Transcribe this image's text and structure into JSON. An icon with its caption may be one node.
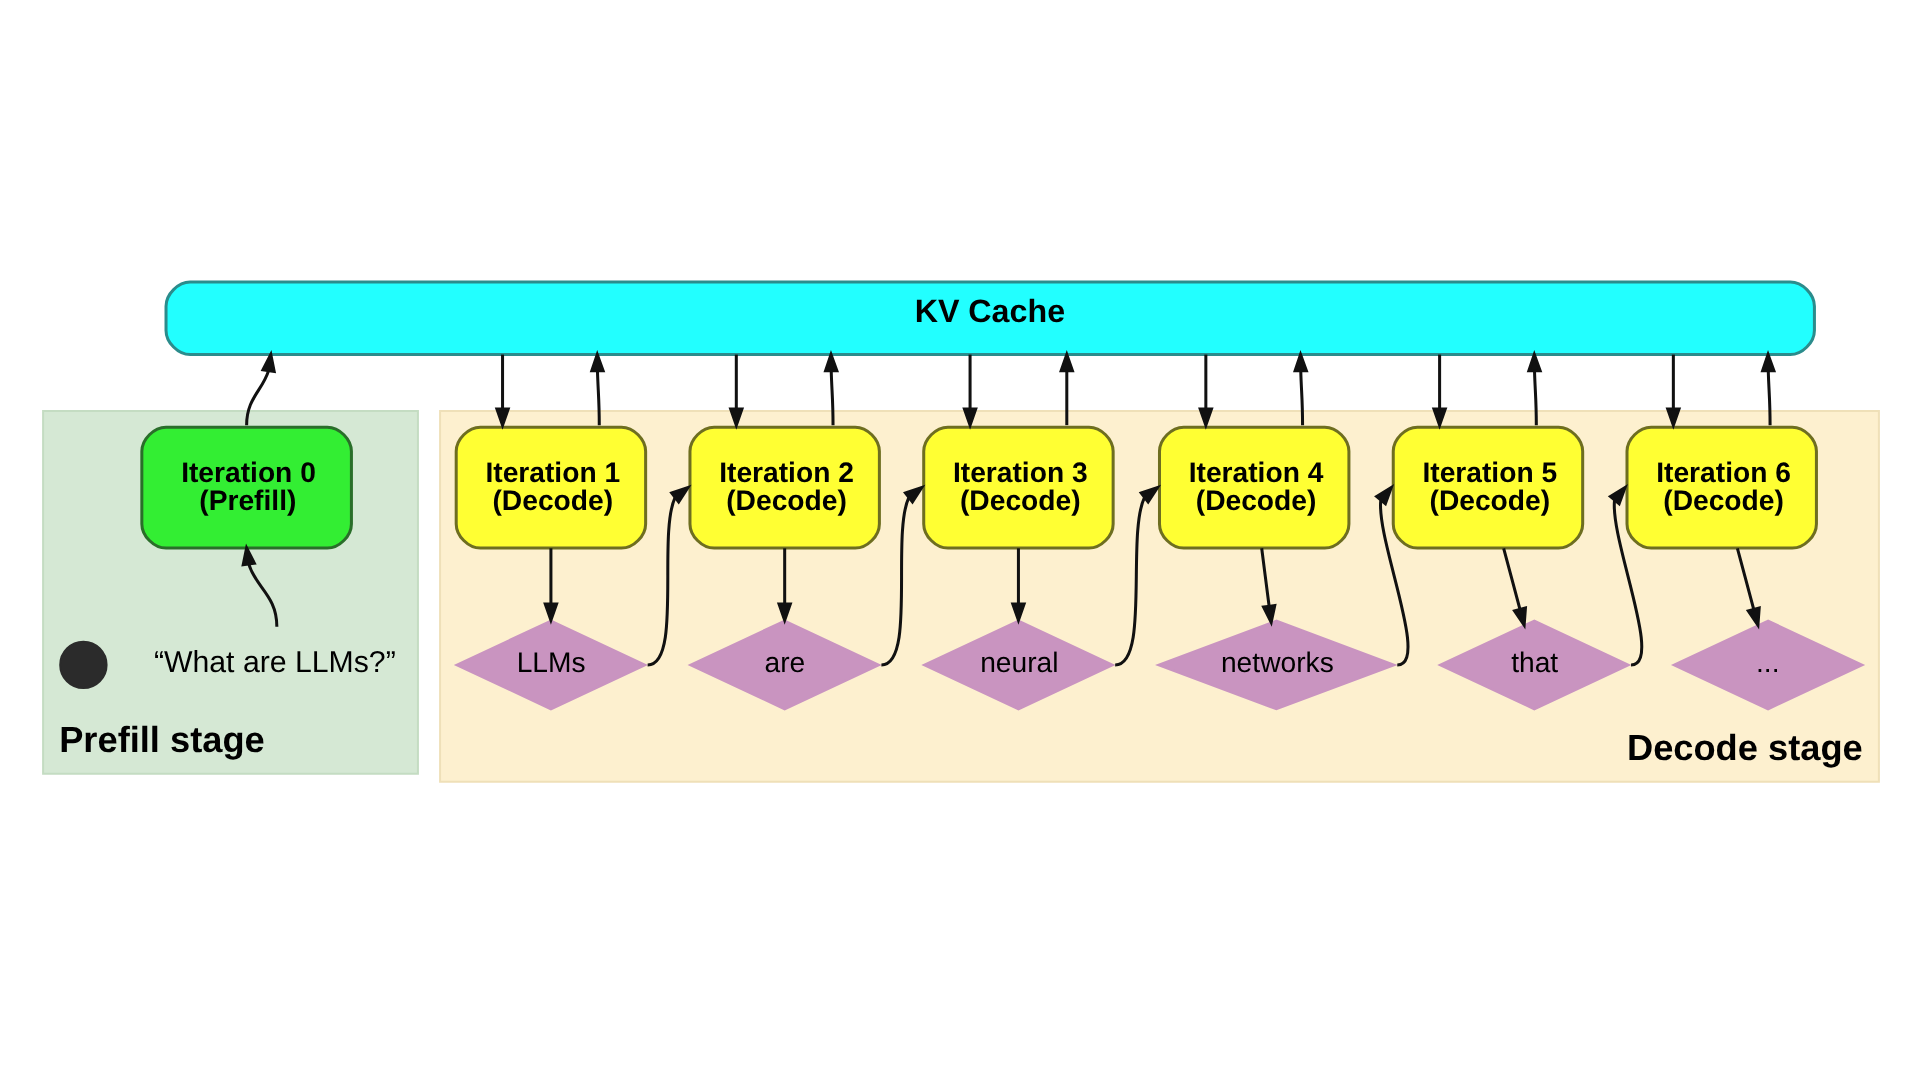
{
  "diagram": {
    "nodes": [
      {
        "text": [
          "Prefill stage"
        ]
      },
      {
        "text": [
          "Decode stage"
        ]
      },
      {
        "text": [
          "KV Cache"
        ]
      },
      {
        "text": [
          "Iteration 0 (Prefill)"
        ],
        "in": 0
      },
      {
        "text": [
          "Iteration 1 (Decode)"
        ],
        "in": 1
      },
      {
        "text": [
          "Iteration 2 (Decode)"
        ],
        "in": 1
      },
      {
        "text": [
          "Iteration 3 (Decode)"
        ],
        "in": 1
      },
      {
        "text": [
          "Iteration 4 (Decode)"
        ],
        "in": 1
      },
      {
        "text": [
          "Iteration 5 (Decode)"
        ],
        "in": 1
      },
      {
        "text": [
          "Iteration 6 (Decode)"
        ],
        "in": 1
      },
      {
        "text": [],
        "shape": "person",
        "in": 0
      },
      {
        "text": [
          "“What are LLMs?”"
        ],
        "in": 0
      },
      {
        "text": [
          "LLMs"
        ],
        "in": 1
      },
      {
        "text": [
          "are"
        ],
        "in": 1
      },
      {
        "text": [
          "neural"
        ],
        "in": 1
      },
      {
        "text": [
          "networks"
        ],
        "in": 1
      },
      {
        "text": [
          "that"
        ],
        "in": 1
      },
      {
        "text": [
          "..."
        ],
        "in": 1
      }
    ],
    "edges": [
      {
        "from": 11,
        "to": 3,
        "arrow": "to"
      },
      {
        "from": 3,
        "to": 2,
        "arrow": "to"
      },
      {
        "from": 2,
        "to": 4,
        "arrow": "to"
      },
      {
        "from": 4,
        "to": 2,
        "arrow": "to"
      },
      {
        "from": 4,
        "to": 12,
        "arrow": "to"
      },
      {
        "from": 12,
        "to": 5,
        "arrow": "to"
      },
      {
        "from": 2,
        "to": 5,
        "arrow": "to"
      },
      {
        "from": 5,
        "to": 2,
        "arrow": "to"
      },
      {
        "from": 5,
        "to": 13,
        "arrow": "to"
      },
      {
        "from": 13,
        "to": 6,
        "arrow": "to"
      },
      {
        "from": 2,
        "to": 6,
        "arrow": "to"
      },
      {
        "from": 6,
        "to": 2,
        "arrow": "to"
      },
      {
        "from": 6,
        "to": 14,
        "arrow": "to"
      },
      {
        "from": 14,
        "to": 7,
        "arrow": "to"
      },
      {
        "from": 2,
        "to": 7,
        "arrow": "to"
      },
      {
        "from": 7,
        "to": 2,
        "arrow": "to"
      },
      {
        "from": 7,
        "to": 15,
        "arrow": "to"
      },
      {
        "from": 15,
        "to": 8,
        "arrow": "to"
      },
      {
        "from": 2,
        "to": 8,
        "arrow": "to"
      },
      {
        "from": 8,
        "to": 2,
        "arrow": "to"
      },
      {
        "from": 8,
        "to": 16,
        "arrow": "to"
      },
      {
        "from": 16,
        "to": 9,
        "arrow": "to"
      },
      {
        "from": 2,
        "to": 9,
        "arrow": "to"
      },
      {
        "from": 9,
        "to": 2,
        "arrow": "to"
      },
      {
        "from": 9,
        "to": 17,
        "arrow": "to"
      }
    ]
  }
}
